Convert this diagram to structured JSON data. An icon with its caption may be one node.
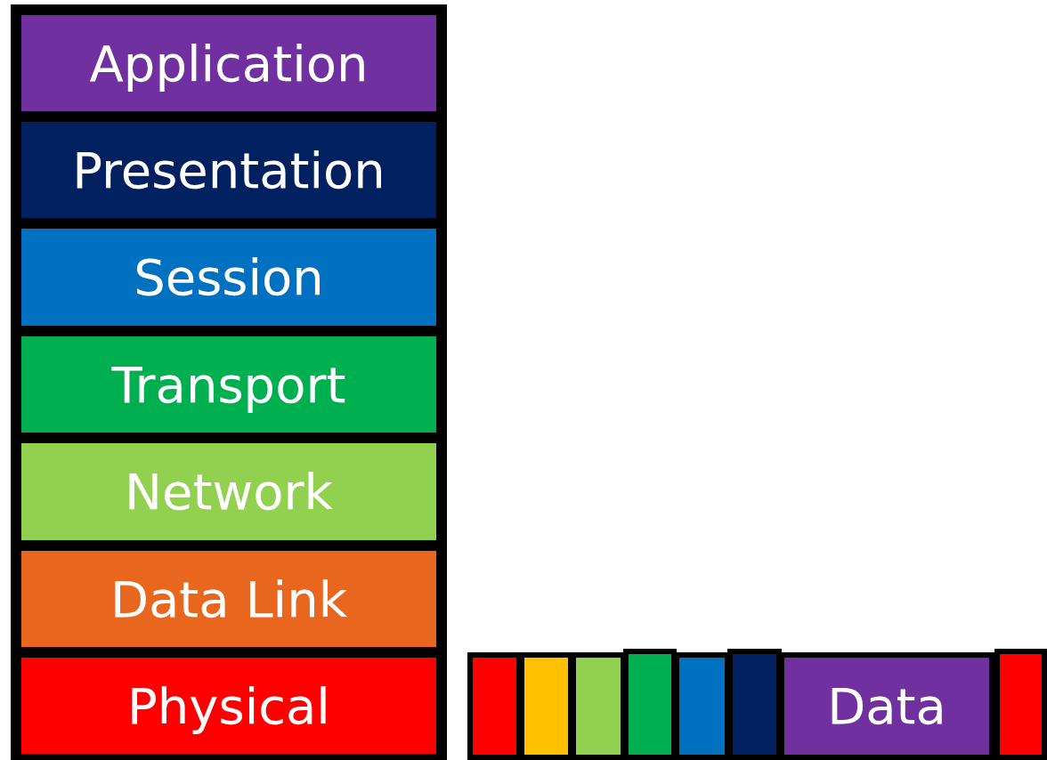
{
  "diagram": {
    "nodes": [
      {
        "text": [],
        "shape": "box"
      },
      {
        "text": [
          "Application"
        ],
        "in": 0
      },
      {
        "text": [
          "Presentation"
        ],
        "in": 0
      },
      {
        "text": [
          "Session"
        ],
        "in": 0
      },
      {
        "text": [
          "Transport"
        ],
        "in": 0
      },
      {
        "text": [
          "Network"
        ],
        "in": 0
      },
      {
        "text": [
          "Data Link"
        ],
        "in": 0
      },
      {
        "text": [
          "Physical"
        ],
        "in": 0
      },
      {
        "text": [],
        "shape": "box"
      },
      {
        "text": [],
        "shape": "box"
      },
      {
        "text": [],
        "shape": "box"
      },
      {
        "text": [],
        "shape": "box"
      },
      {
        "text": [],
        "shape": "box"
      },
      {
        "text": [],
        "shape": "box"
      },
      {
        "text": [
          "Data"
        ]
      },
      {
        "text": [],
        "shape": "box"
      }
    ]
  }
}
